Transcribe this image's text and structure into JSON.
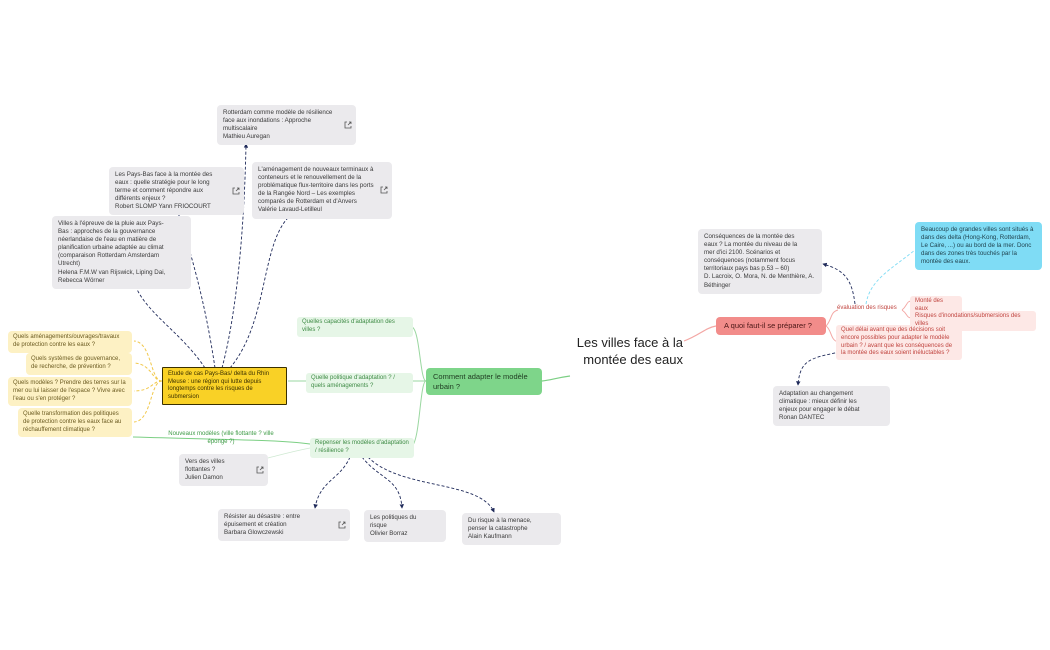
{
  "central": {
    "title": "Les villes face à la montée des eaux"
  },
  "left_branch": {
    "label": "Comment adapter le modèle urbain ?",
    "capacites": "Quelles capacités d'adaptation des villes ?",
    "politique": "Quelle politique d'adaptation ? / quels aménagements ?",
    "repenser": "Repenser les modèles d'adaptation / résilience ?",
    "nouveaux": "Nouveaux modèles (ville flottante ? ville éponge ?)",
    "case_study": "Etude de cas Pays-Bas/ delta du Rhin Meuse : une région qui lutte depuis longtemps contre les risques de submersion",
    "questions": [
      "Quels aménagements/ouvrages/travaux de protection contre les eaux ?",
      "Quels systèmes de gouvernance, de recherche, de prévention ?",
      "Quels modèles ? Prendre des terres sur la mer ou lui laisser de l'espace ? Vivre avec l'eau ou s'en protéger ?",
      "Quelle transformation des politiques de protection contre les eaux face au réchauffement climatique ?"
    ],
    "refs": {
      "rotterdam": {
        "title": "Rotterdam comme modèle de résilience face aux inondations : Approche multiscalaire",
        "author": "Mathieu Auregan"
      },
      "paysbas": {
        "title": "Les Pays-Bas face à la montée des eaux : quelle stratégie pour le long terme et comment répondre aux différents enjeux ?",
        "author": "Robert SLOMP Yann FRIOCOURT"
      },
      "terminaux": {
        "title": "L'aménagement de nouveaux terminaux à conteneurs et le renouvellement de la problématique flux-territoire dans les ports de la Rangée Nord – Les exemples comparés de Rotterdam et d'Anvers",
        "author": "Valérie Lavaud-Letilleul"
      },
      "pluie": {
        "title": "Villes à l'épreuve de la pluie aux Pays-Bas : approches de la gouvernance néerlandaise de l'eau en matière de planification urbaine adaptée au climat (comparaison Rotterdam Amsterdam Utrecht)",
        "author": "Helena F.M.W van Rijswick, Liping Dai, Rebecca Wörner"
      },
      "flottantes": {
        "title": "Vers des villes flottantes ?",
        "author": "Julien Damon"
      },
      "desastre": {
        "title": "Résister au désastre : entre épuisement et création",
        "author": "Barbara Glowczewski"
      },
      "politiques_risque": {
        "title": "Les politiques du risque",
        "author": "Olivier Borraz"
      },
      "risque_menace": {
        "title": "Du risque à la menace,  penser la catastrophe",
        "author": "Alain Kaufmann"
      }
    }
  },
  "right_branch": {
    "label": "A quoi faut-il se préparer ?",
    "evaluation": "évaluation des risques",
    "montee": "Monté des eaux",
    "risques_inondations": "Risques d'inondations/submersions des villes",
    "delai": "Quel délai avant que des décisions soit encore possibles pour adapter le modèle urbain ? / avant que les conséquences de la montée des eaux soient inéluctables ?",
    "blue_note": "Beaucoup de grandes villes sont situés à dans des delta (Hong-Kong, Rotterdam, Le Caire, ...) ou au bord de la mer. Donc dans des zones très touchés par la montée des eaux.",
    "refs": {
      "consequences": {
        "title": "Conséquences de la montée des eaux ? La montée du niveau de la mer d'ici 2100. Scénarios et conséquences (notamment focus territoriaux pays bas p.53 – 60)",
        "author": "D. Lacroix, O. Mora, N. de Menthière, A. Béthinger"
      },
      "adaptation": {
        "title": "Adaptation au changement climatique : mieux définir les enjeux pour engager le débat",
        "author": "Ronan DANTEC"
      }
    }
  },
  "colors": {
    "green_main": "#7ed58a",
    "green_line": "#7ccf84",
    "red_main": "#f28c8a",
    "red_line": "#f3a7a4",
    "yellow_focus": "#f9d126",
    "yellow_card": "#fdf1c4",
    "blue_card": "#7fdcf5",
    "ref_card": "#ebeaed"
  },
  "icons": {
    "external_link": "external-link-icon",
    "arrow_head": "arrowhead-icon"
  }
}
